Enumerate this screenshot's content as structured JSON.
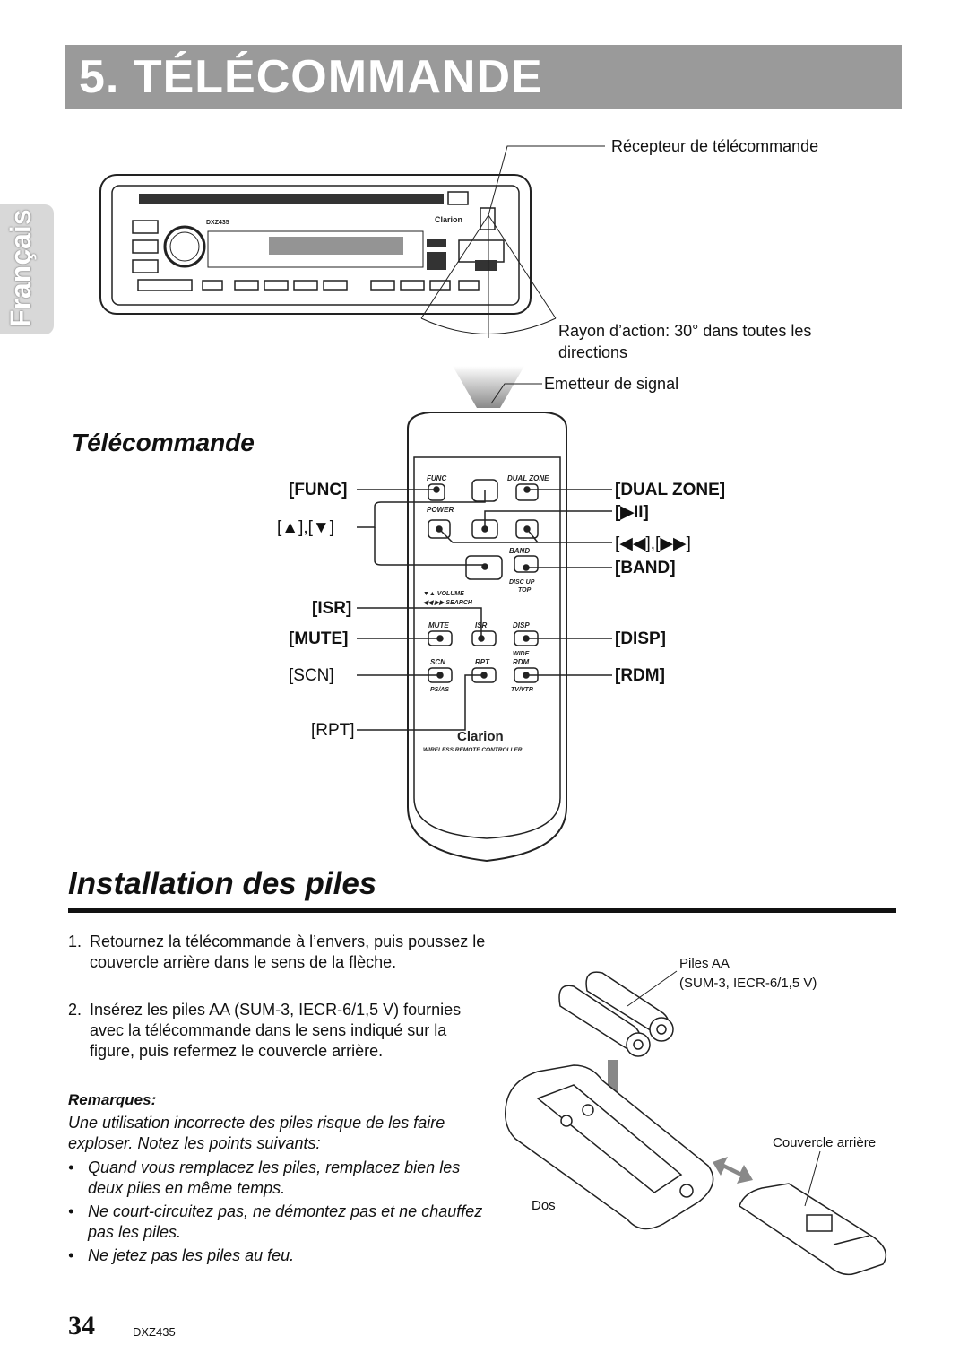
{
  "title": "5. TÉLÉCOMMANDE",
  "language_tab": "Français",
  "head_unit": {
    "receiver_label": "Récepteur de télécommande",
    "range_label": "Rayon d’action: 30° dans toutes les directions",
    "emitter_label": "Emetteur de signal",
    "model": "DXZ435",
    "brand": "Clarion"
  },
  "remote": {
    "heading": "Télécommande",
    "brand": "Clarion",
    "subtitle": "WIRELESS REMOTE CONTROLLER",
    "left_labels": [
      "[FUNC]",
      "[▲],[▼]",
      "[ISR]",
      "[MUTE]",
      "[SCN]",
      "[RPT]"
    ],
    "right_labels": [
      "[DUAL ZONE]",
      "[▶II]",
      "[◀◀],[▶▶]",
      "[BAND]",
      "[DISP]",
      "[RDM]"
    ],
    "key_texts": {
      "func": "FUNC",
      "power": "POWER",
      "dual_zone": "DUAL ZONE",
      "band": "BAND",
      "disc_up": "DISC UP",
      "top": "TOP",
      "volume": "▼▲ VOLUME",
      "search": "◀◀ ▶▶ SEARCH",
      "mute": "MUTE",
      "isr": "ISR",
      "disp": "DISP",
      "wide": "WIDE",
      "scn": "SCN",
      "rpt": "RPT",
      "rdm": "RDM",
      "ps_as": "PS/AS",
      "tv_vtr": "TV/VTR"
    }
  },
  "installation": {
    "heading": "Installation des piles",
    "steps": [
      {
        "num": "1.",
        "text": "Retournez la télécommande à l’envers, puis poussez le couvercle arrière dans le sens de la flèche."
      },
      {
        "num": "2.",
        "text": "Insérez les piles AA (SUM-3, IECR-6/1,5 V) fournies avec la télécommande dans le sens indiqué sur la figure, puis refermez le couvercle arrière."
      }
    ],
    "remarks_title": "Remarques:",
    "remarks_intro": "Une utilisation incorrecte des piles risque de les faire exploser. Notez les points suivants:",
    "bullets": [
      "Quand vous remplacez les piles, remplacez bien les deux piles en même temps.",
      "Ne court-circuitez pas, ne démontez pas et ne chauffez pas les piles.",
      "Ne jetez pas les piles au feu."
    ],
    "battery_label_1": "Piles AA",
    "battery_label_2": "(SUM-3, IECR-6/1,5 V)",
    "cover_label": "Couvercle arrière",
    "back_label": "Dos"
  },
  "footer": {
    "page_number": "34",
    "model": "DXZ435"
  }
}
